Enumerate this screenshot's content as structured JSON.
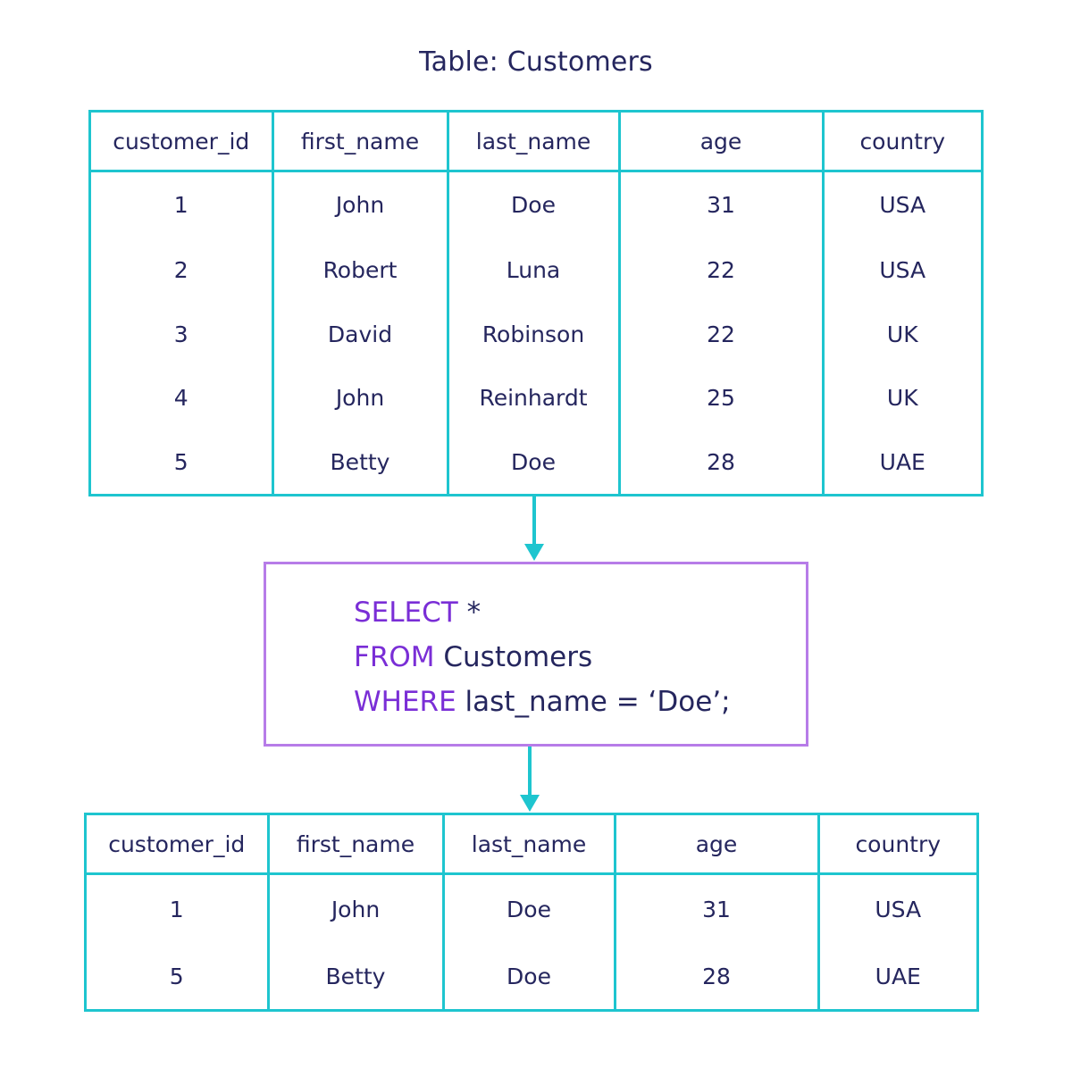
{
  "title": "Table: Customers",
  "colors": {
    "table_border": "#1ec5cf",
    "query_border": "#b77ce8",
    "keyword": "#7a2ed6",
    "text": "#25265e"
  },
  "customers_table": {
    "columns": [
      "customer_id",
      "first_name",
      "last_name",
      "age",
      "country"
    ],
    "rows": [
      [
        "1",
        "John",
        "Doe",
        "31",
        "USA"
      ],
      [
        "2",
        "Robert",
        "Luna",
        "22",
        "USA"
      ],
      [
        "3",
        "David",
        "Robinson",
        "22",
        "UK"
      ],
      [
        "4",
        "John",
        "Reinhardt",
        "25",
        "UK"
      ],
      [
        "5",
        "Betty",
        "Doe",
        "28",
        "UAE"
      ]
    ]
  },
  "query": {
    "line1_keyword": "SELECT",
    "line1_rest": " *",
    "line2_keyword": "FROM",
    "line2_rest": " Customers",
    "line3_keyword": "WHERE",
    "line3_rest": " last_name = ‘Doe’;"
  },
  "result_table": {
    "columns": [
      "customer_id",
      "first_name",
      "last_name",
      "age",
      "country"
    ],
    "rows": [
      [
        "1",
        "John",
        "Doe",
        "31",
        "USA"
      ],
      [
        "5",
        "Betty",
        "Doe",
        "28",
        "UAE"
      ]
    ]
  }
}
